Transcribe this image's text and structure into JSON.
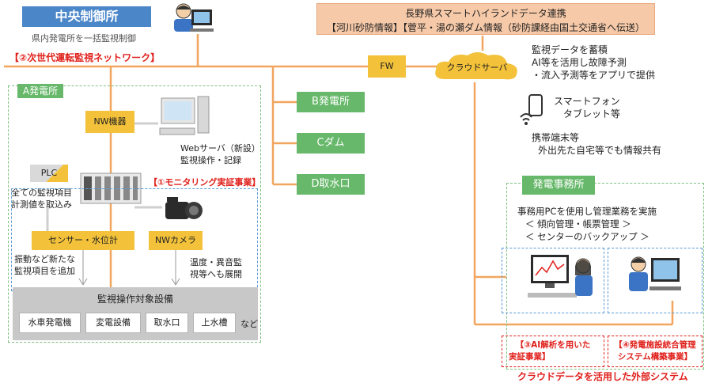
{
  "central": {
    "title": "中央制御所",
    "subtitle": "県内発電所を一括監視制御"
  },
  "nagano": {
    "line1": "長野県スマートハイランドデータ連携",
    "line2": "【河川砂防情報】【菅平・湯の瀬ダム情報（砂防課経由国土交通省へ伝送）"
  },
  "network_label": "【②次世代運転監視ネットワーク】",
  "fw": "FW",
  "cloud": "クラウドサーバ",
  "cloud_notes": [
    "監視データを蓄積",
    "AI等を活用し故障予測",
    "・流入予測等をアプリで提供"
  ],
  "plant_a": {
    "title": "A発電所"
  },
  "nw_device": "NW機器",
  "web_server": {
    "line1": "Webサーバ（新設）",
    "line2": "監視操作・記録"
  },
  "plc": "PLC",
  "plc_note": {
    "line1": "全ての監視項目",
    "line2": "計測値を取込み"
  },
  "monitoring_label": "【①モニタリング実証事業】",
  "sensor": "センサー・水位計",
  "camera": "NWカメラ",
  "sensor_note": {
    "line1": "振動など新たな",
    "line2": "監視項目を追加"
  },
  "camera_note": {
    "line1": "温度・異音監",
    "line2": "視等へも展開"
  },
  "equipment": {
    "title": "監視操作対象設備",
    "items": [
      "水車発電機",
      "変電設備",
      "取水口",
      "上水槽"
    ],
    "etc": "など"
  },
  "sites": [
    "B発電所",
    "Cダム",
    "D取水口"
  ],
  "smartphone": {
    "line1": "スマートフォン",
    "line2": "タブレット等"
  },
  "mobile_note": {
    "line1": "携帯端末等",
    "line2": "外出先た自宅等でも情報共有"
  },
  "office": {
    "title": "発電事務所",
    "line1": "事務用PCを使用し管理業務を実施",
    "line2": "＜ 傾向管理・帳票管理 ＞",
    "line3": "＜ センターのバックアップ ＞"
  },
  "project3": {
    "line1": "【③AI解析を用いた",
    "line2": "実証事業】"
  },
  "project4": {
    "line1": "【④発電施設統合管理",
    "line2": "システム構築事業】"
  },
  "external": "クラウドデータを活用した外部システム",
  "colors": {
    "header_blue": "#4a86c8",
    "green": "#67b86a",
    "yellow": "#f3c23a",
    "red": "#e0201b",
    "orange_bg": "#f6c9a8"
  }
}
